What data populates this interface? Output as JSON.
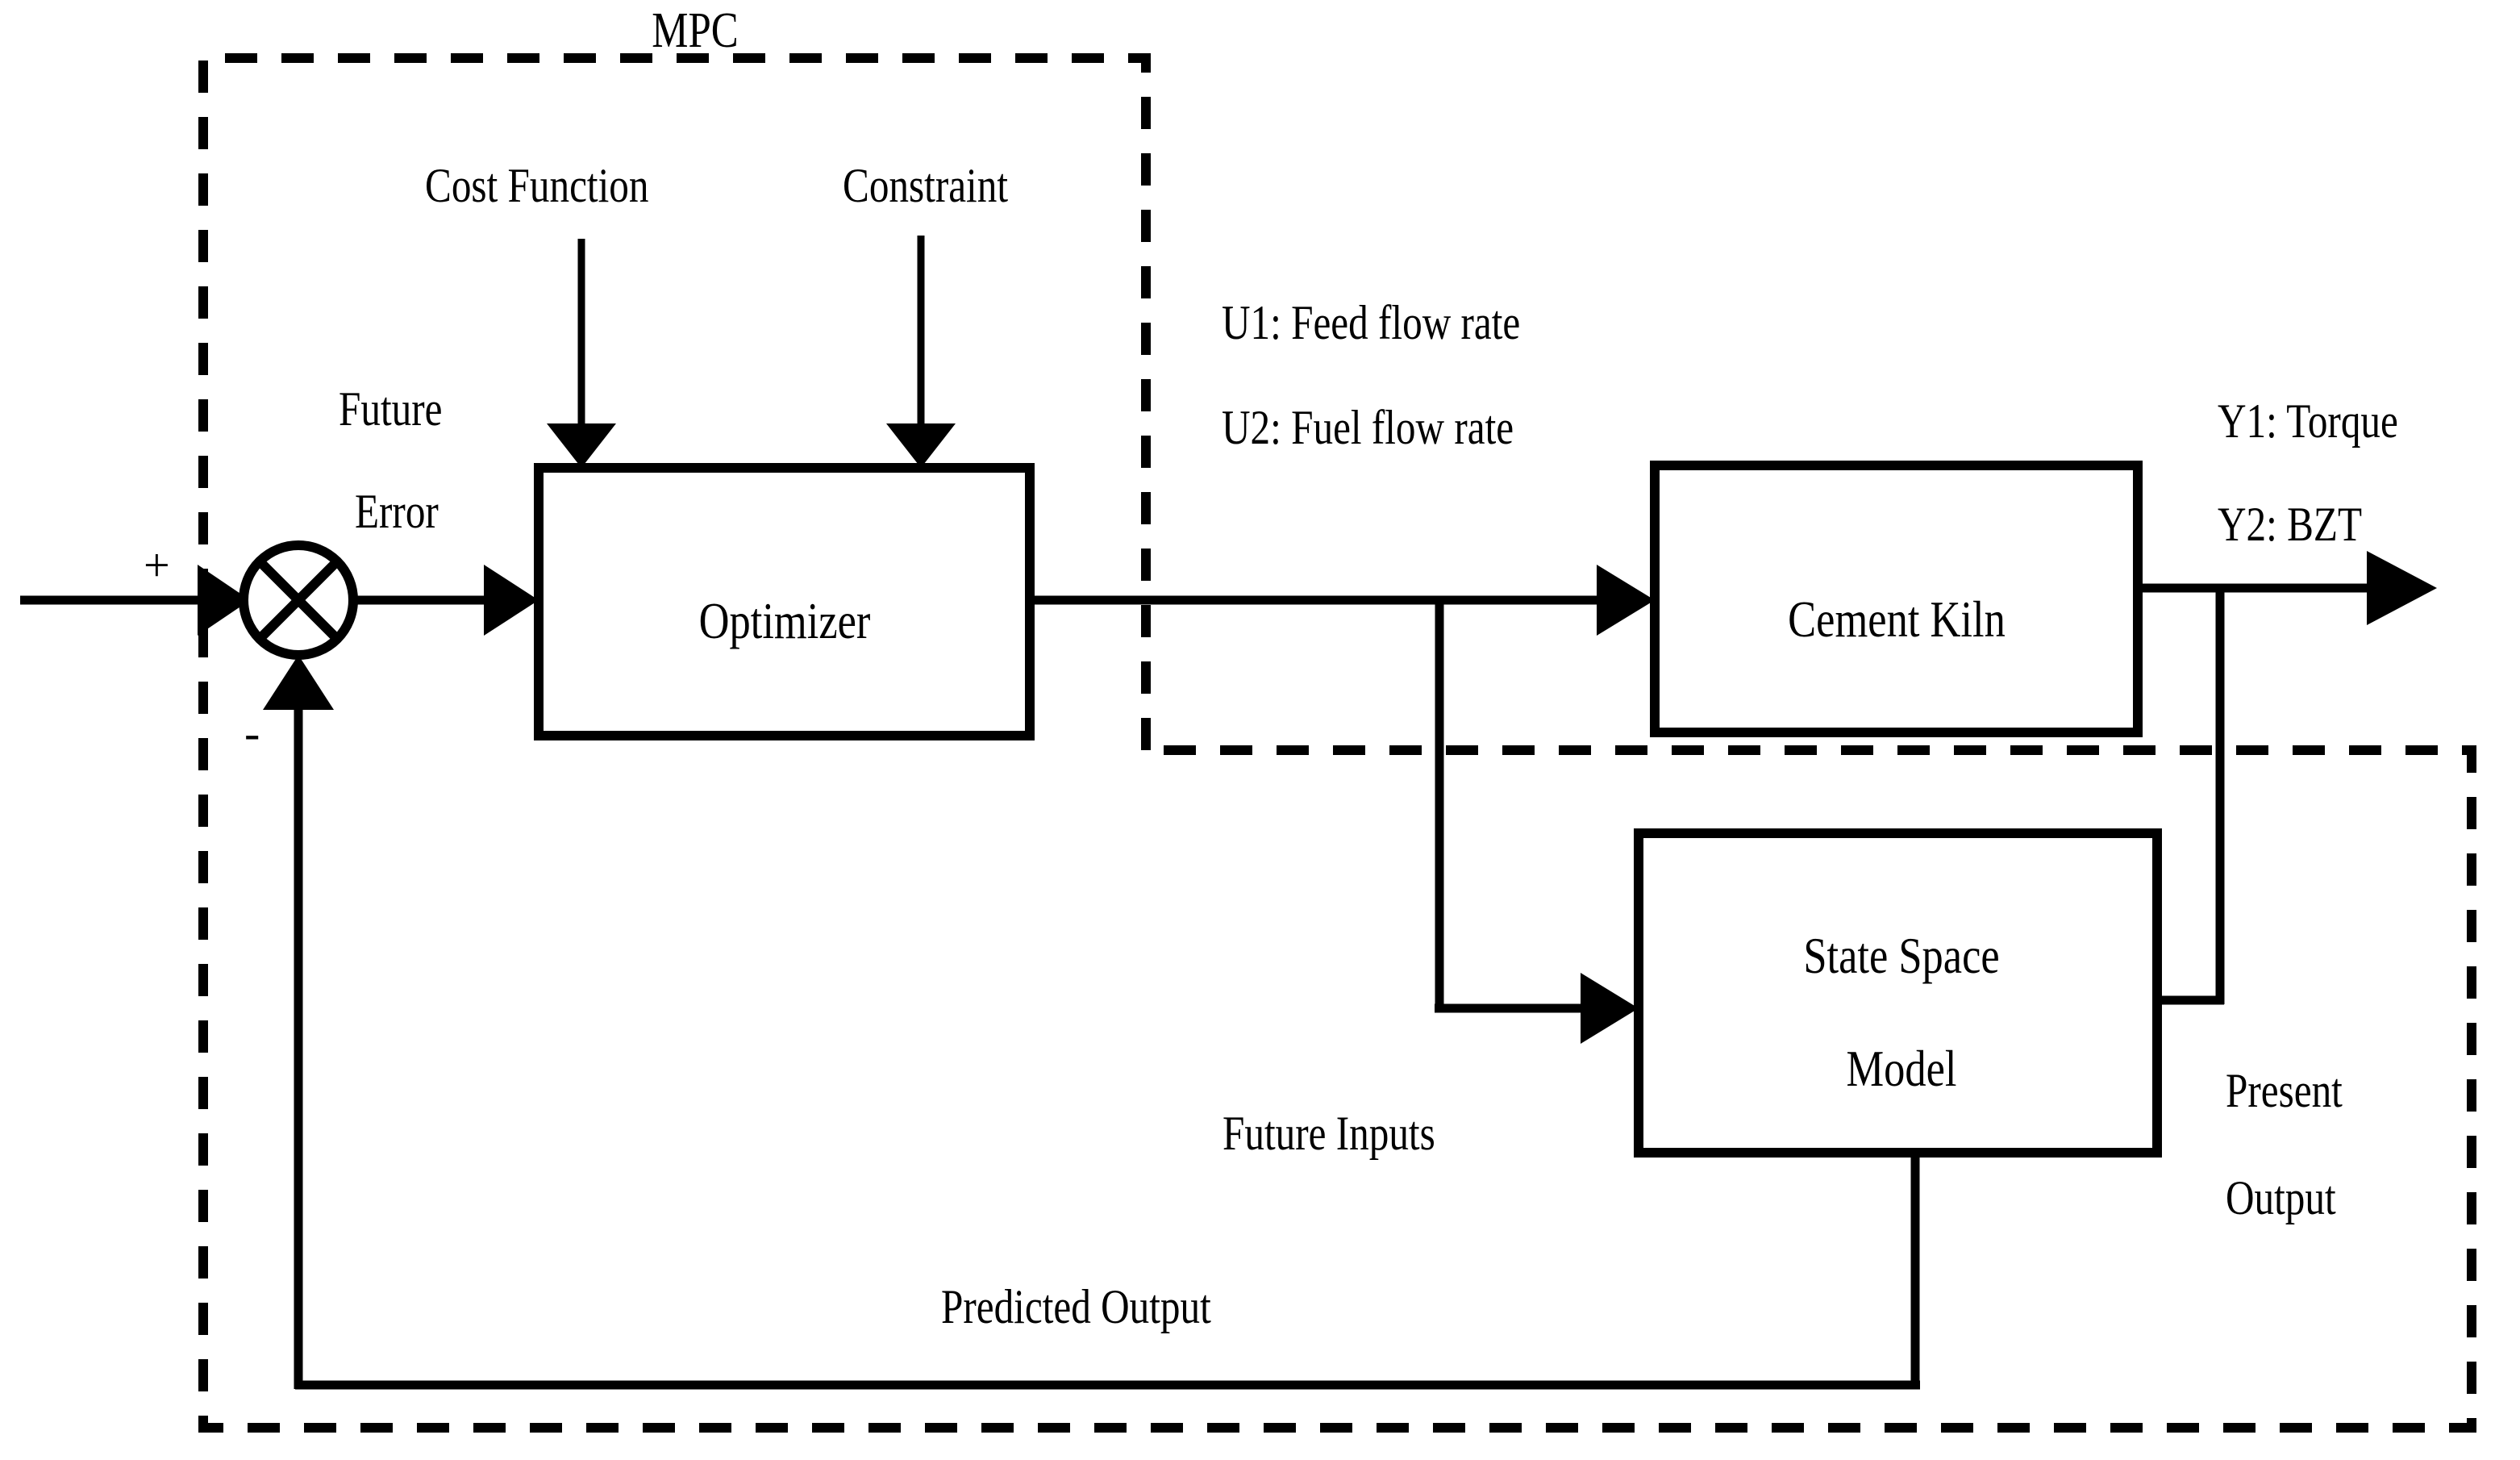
{
  "diagram": {
    "title": "MPC",
    "type": "control-block-diagram",
    "blocks": [
      {
        "id": "optimizer",
        "label": "Optimizer"
      },
      {
        "id": "cement-kiln",
        "label": "Cement Kiln"
      },
      {
        "id": "state-space-model",
        "label_line1": "State Space",
        "label_line2": "Model"
      }
    ],
    "inputs": {
      "cost_function": "Cost Function",
      "constraint": "Constraint"
    },
    "signals": {
      "future": "Future",
      "error": "Error",
      "plus_sign": "+",
      "minus_sign": "-",
      "future_inputs": "Future Inputs",
      "predicted_output": "Predicted Output",
      "present_line1": "Present",
      "present_line2": "Output"
    },
    "manipulated_variables": {
      "u1": "U1: Feed flow rate",
      "u2": "U2: Fuel flow rate"
    },
    "controlled_variables": {
      "y1": "Y1: Torque",
      "y2": "Y2: BZT"
    },
    "colors": {
      "stroke": "#000000",
      "background": "#ffffff"
    }
  }
}
